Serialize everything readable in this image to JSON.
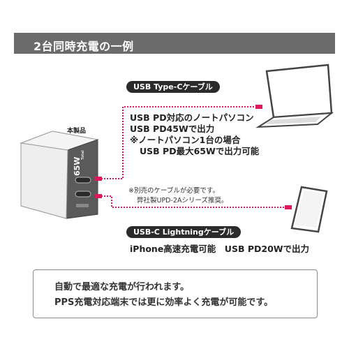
{
  "header": {
    "title": "2台同時充電の一例"
  },
  "product": {
    "label": "本製品",
    "output_label": "65W",
    "output_top": "Total"
  },
  "top_connection": {
    "cable_label": "USB Type-Cケーブル",
    "lines": [
      "USB PD対応のノートパソコン",
      "USB PD45Wで出力",
      "※ノートパソコン1台の場合",
      "USB PD最大65Wで出力可能"
    ]
  },
  "bottom_connection": {
    "notes": [
      "※別売のケーブルが必要です。",
      "弊社製UPD-2Aシリーズ推奨。"
    ],
    "cable_label": "USB-C Lightningケーブル",
    "caption": "iPhone高速充電可能　USB PD20Wで出力"
  },
  "footer": {
    "lines": [
      "自動で最適な充電が行われます。",
      "PPS充電対応端末では更に効率よく充電が可能です。"
    ]
  },
  "colors": {
    "header_bg": "#6b6b6b",
    "cable": "#e0185f",
    "pill_bg": "#2b2b2b"
  }
}
